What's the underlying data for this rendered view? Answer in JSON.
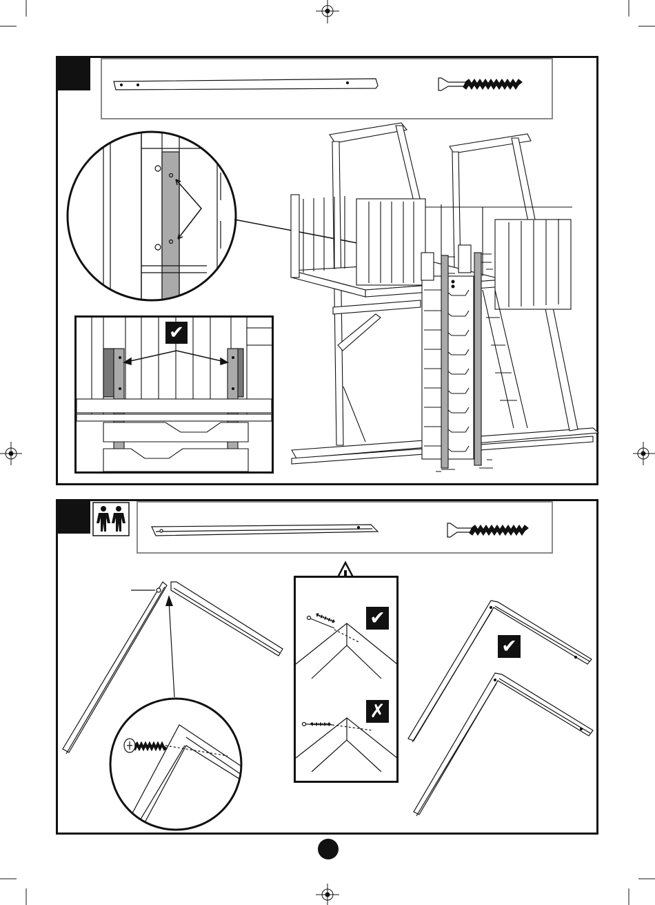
{
  "page": {
    "number": ""
  },
  "step1": {
    "step_number": "",
    "parts": [
      "long-beam-part",
      "long-screw-part"
    ],
    "check_mark": "✔"
  },
  "step2": {
    "step_number": "",
    "people_required_icon": "two-person-icon",
    "parts": [
      "rafter-board-part",
      "long-screw-part"
    ],
    "warning_icon": "warning-triangle-icon",
    "correct_mark": "✔",
    "wrong_mark": "✗",
    "result_mark": "✔"
  },
  "colors": {
    "ink": "#111111",
    "gray_part": "#aaaaaa",
    "frame_gray": "#888888"
  }
}
